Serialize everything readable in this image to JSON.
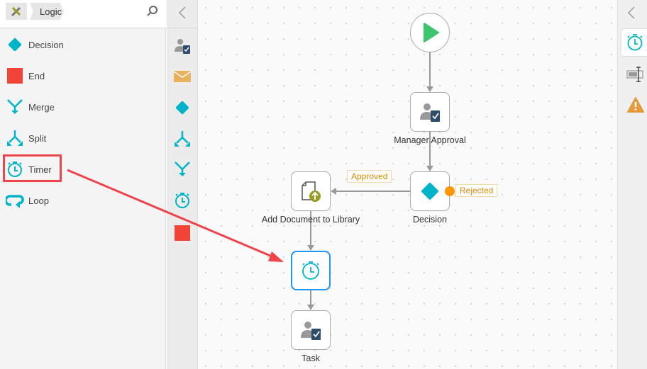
{
  "left_panel": {
    "breadcrumb": {
      "category": "Logic"
    },
    "items": [
      {
        "label": "Decision"
      },
      {
        "label": "End"
      },
      {
        "label": "Merge"
      },
      {
        "label": "Split"
      },
      {
        "label": "Timer"
      },
      {
        "label": "Loop"
      }
    ]
  },
  "workflow": {
    "nodes": {
      "manager_approval": "Manager Approval",
      "decision": "Decision",
      "add_document": "Add Document to Library",
      "task": "Task"
    },
    "branches": {
      "approved": "Approved",
      "rejected": "Rejected"
    }
  },
  "colors": {
    "accent": "#00b4c8",
    "end": "#f04438",
    "highlight": "#f0434a",
    "start": "#3ec46d",
    "selected": "#2196f3"
  }
}
